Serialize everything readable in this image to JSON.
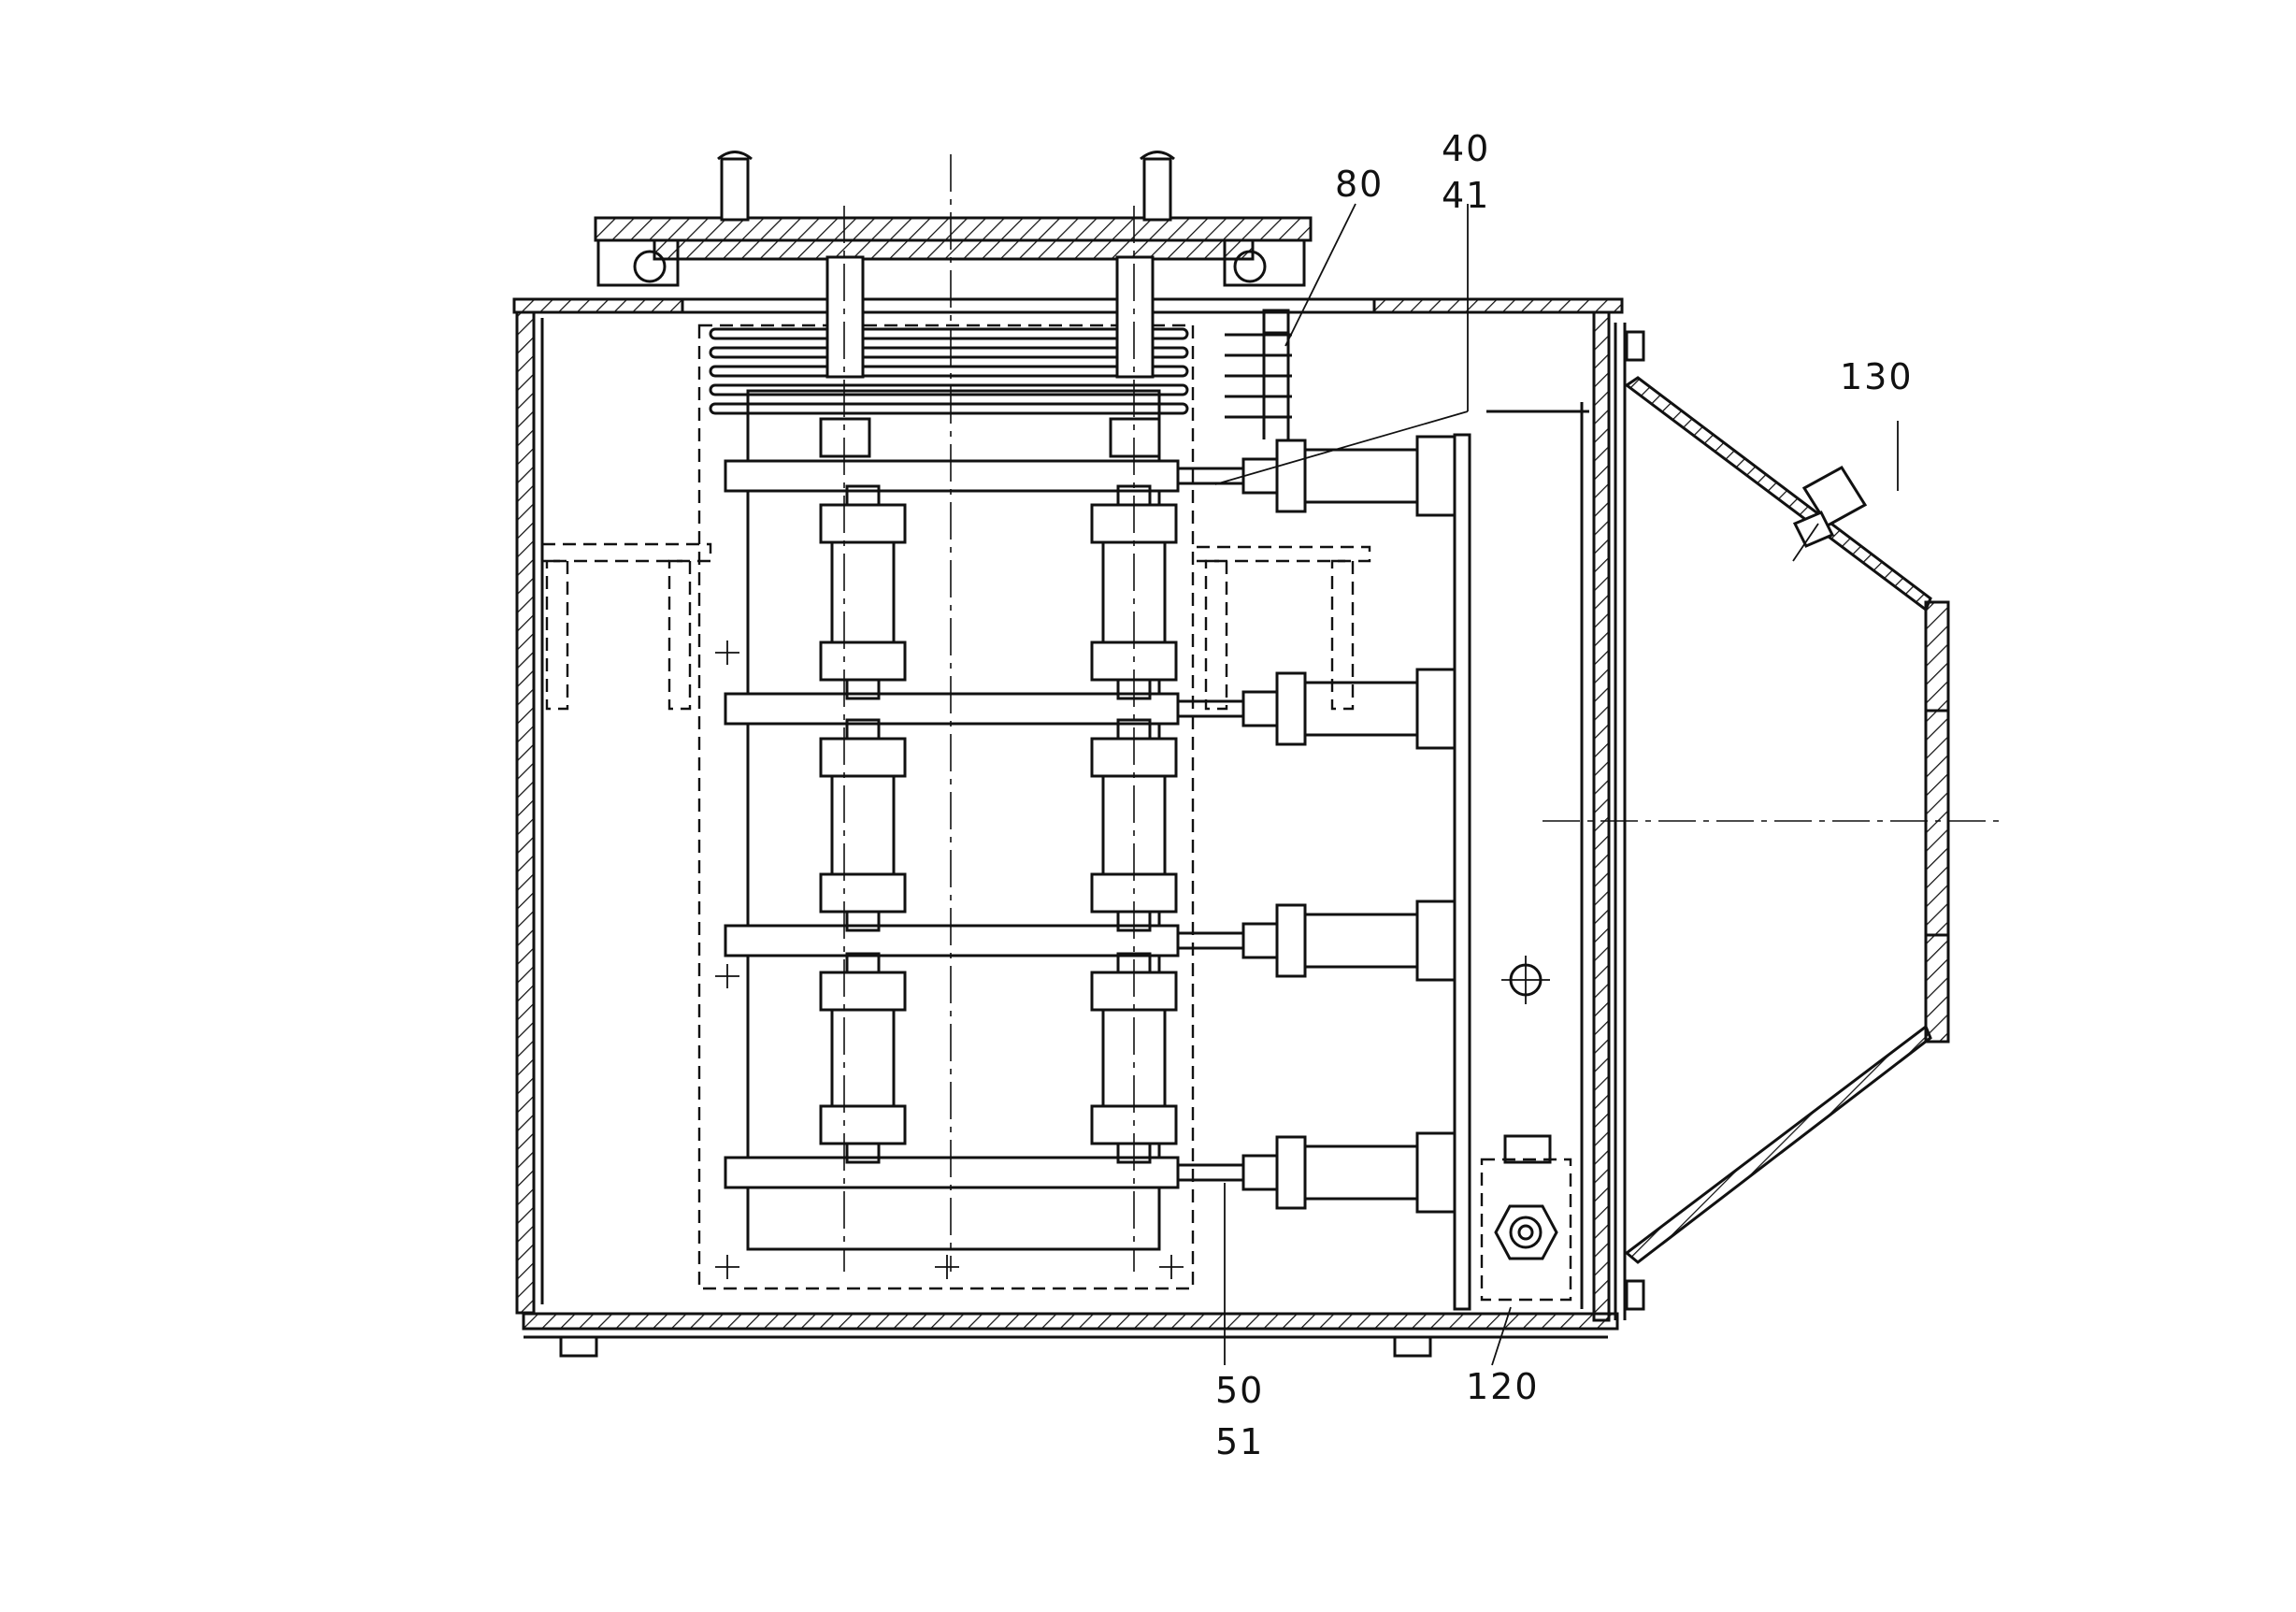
{
  "labels": {
    "l40": "40",
    "l41": "41",
    "l80": "80",
    "l130": "130",
    "l50": "50",
    "l51": "51",
    "l120": "120"
  }
}
